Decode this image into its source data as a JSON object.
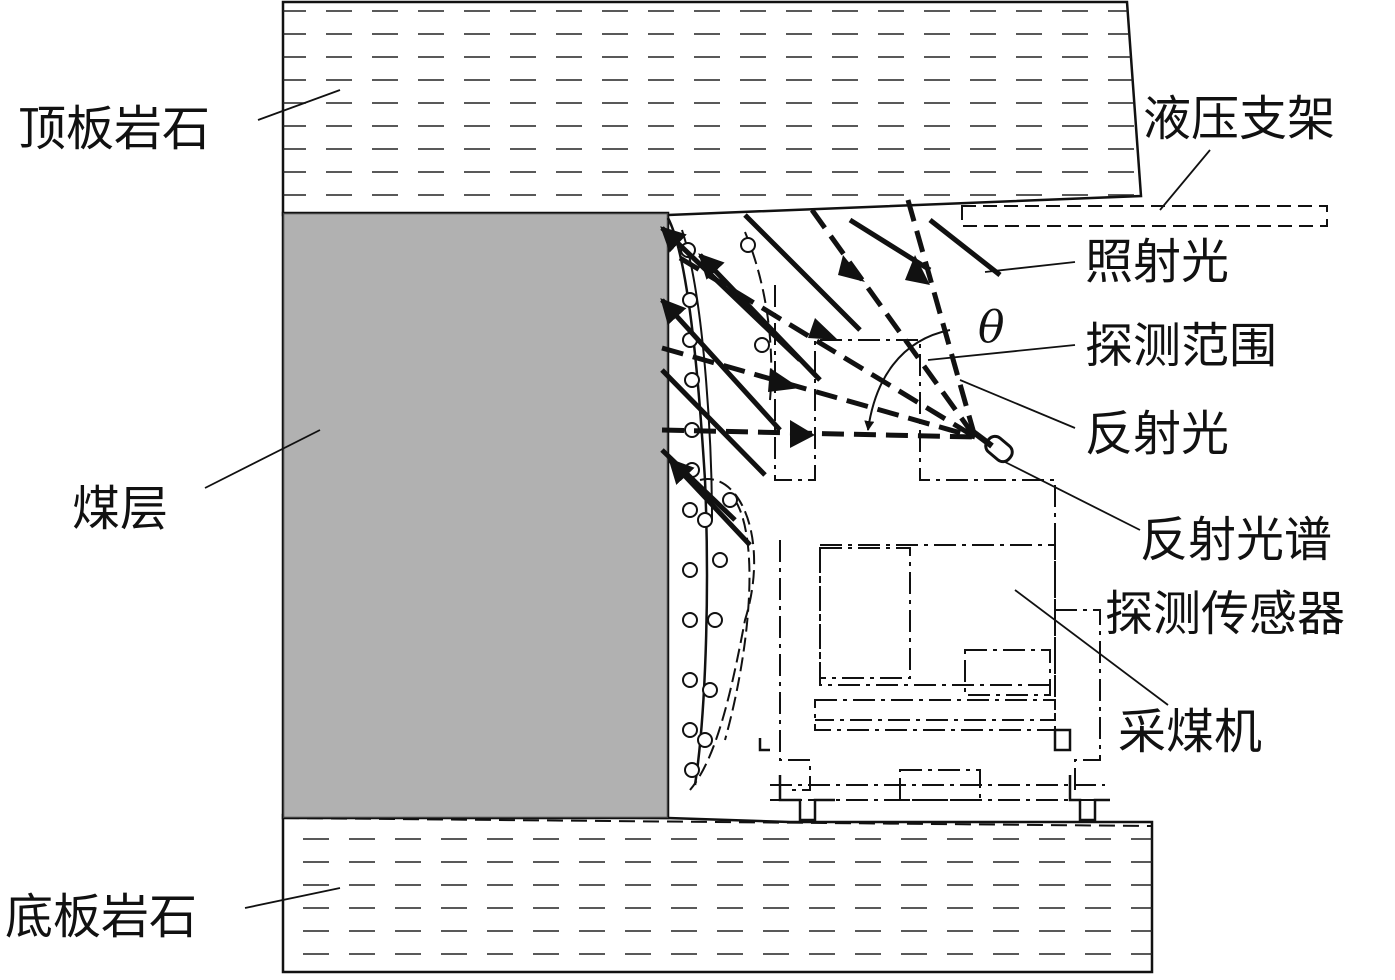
{
  "labels": {
    "roof": "顶板岩石",
    "support": "液压支架",
    "light": "照射光",
    "theta": "θ",
    "range": "探测范围",
    "reflect": "反射光",
    "coal": "煤层",
    "sensor_line1": "反射光谱",
    "sensor_line2": "探测传感器",
    "shearer": "采煤机",
    "floor": "底板岩石"
  }
}
